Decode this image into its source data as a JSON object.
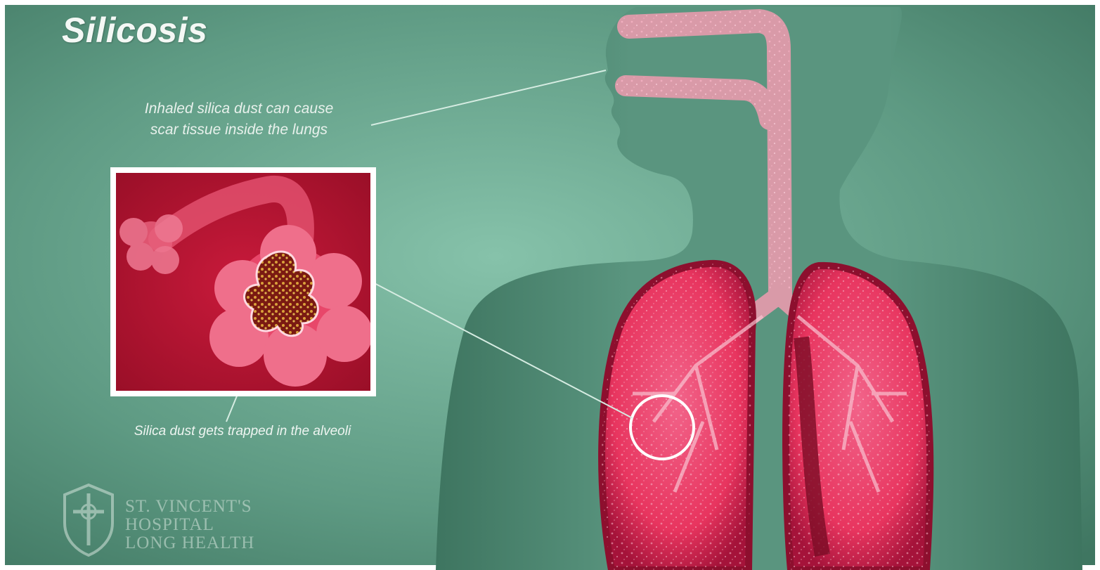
{
  "title": "Silicosis",
  "callouts": {
    "top_line1": "Inhaled silica dust can cause",
    "top_line2": "scar tissue inside the lungs",
    "bottom": "Silica dust gets trapped in the alveoli"
  },
  "logo": {
    "line1": "St. Vincent's",
    "line2": "Hospital",
    "line3": "Long Health"
  },
  "colors": {
    "background": "#5e9a83",
    "silhouette": "#4f8b74",
    "lung": "#e8355f",
    "inset_bg": "#b8132f",
    "text": "#f4f8f5"
  }
}
